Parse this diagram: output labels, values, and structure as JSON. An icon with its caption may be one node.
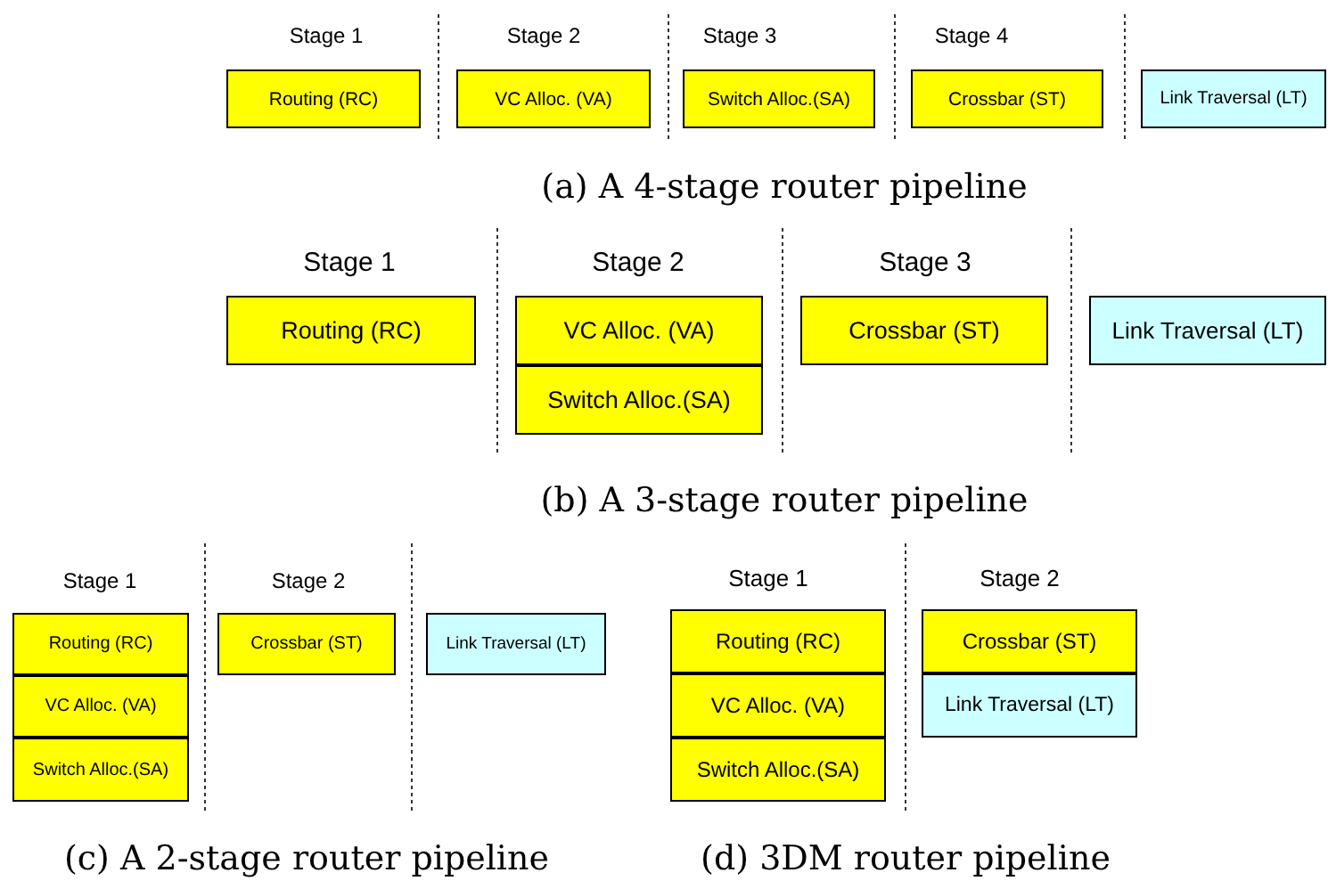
{
  "diagram": {
    "nodes": [
      {
        "text": [
          "Routing (RC)"
        ]
      },
      {
        "text": [
          "VC Alloc. (VA)"
        ]
      },
      {
        "text": [
          "Switch Alloc.(SA)"
        ]
      },
      {
        "text": [
          "Crossbar (ST)"
        ]
      },
      {
        "text": [
          "Link Traversal (LT)"
        ]
      },
      {
        "text": [
          "Routing (RC)"
        ]
      },
      {
        "text": [
          "VC Alloc. (VA)"
        ]
      },
      {
        "text": [
          "Switch Alloc.(SA)"
        ]
      },
      {
        "text": [
          "Crossbar (ST)"
        ]
      },
      {
        "text": [
          "Link Traversal (LT)"
        ]
      },
      {
        "text": [
          "Routing (RC)"
        ]
      },
      {
        "text": [
          "VC Alloc. (VA)"
        ]
      },
      {
        "text": [
          "Switch Alloc.(SA)"
        ]
      },
      {
        "text": [
          "Crossbar (ST)"
        ]
      },
      {
        "text": [
          "Link Traversal (LT)"
        ]
      },
      {
        "text": [
          "Routing (RC)"
        ]
      },
      {
        "text": [
          "VC Alloc. (VA)"
        ]
      },
      {
        "text": [
          "Switch Alloc.(SA)"
        ]
      },
      {
        "text": [
          "Crossbar (ST)"
        ]
      },
      {
        "text": [
          "Link Traversal (LT)"
        ]
      }
    ],
    "edges": [],
    "labels": [
      "Stage 1",
      "Stage 2",
      "Stage 3",
      "Stage 4",
      "(a) A 4-stage router pipeline",
      "Stage 1",
      "Stage 2",
      "Stage 3",
      "(b) A 3-stage router pipeline",
      "Stage 1",
      "Stage 2",
      "Stage 1",
      "Stage 2",
      "(c) A 2-stage router pipeline",
      "(d) 3DM router pipeline"
    ]
  }
}
